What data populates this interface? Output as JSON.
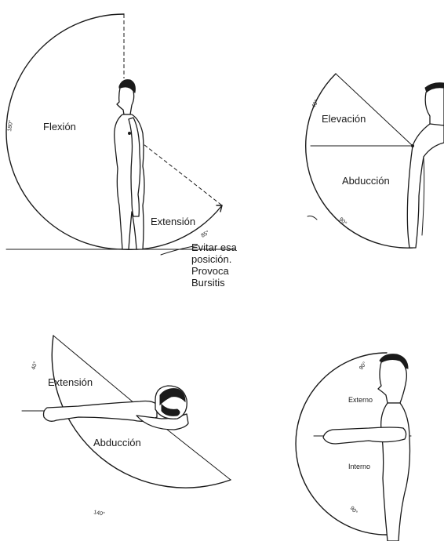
{
  "panels": {
    "top_left": {
      "flexion_label": "Flexión",
      "extension_label": "Extensión",
      "angle_180": "180°",
      "angle_85": "85°",
      "warning": [
        "Evitar esa",
        "posición.",
        "Provoca",
        "Bursitis"
      ]
    },
    "top_right": {
      "elevation_label": "Elevación",
      "abduction_label": "Abducción",
      "angle_40": "40°",
      "angle_90": "90°"
    },
    "bottom_left": {
      "extension_label": "Extensión",
      "abduction_label": "Abducción",
      "angle_40": "40°",
      "angle_140": "140°"
    },
    "bottom_right": {
      "external_label": "Externo",
      "internal_label": "Interno",
      "angle_90_top": "90°",
      "angle_90_bottom": "90°"
    }
  }
}
